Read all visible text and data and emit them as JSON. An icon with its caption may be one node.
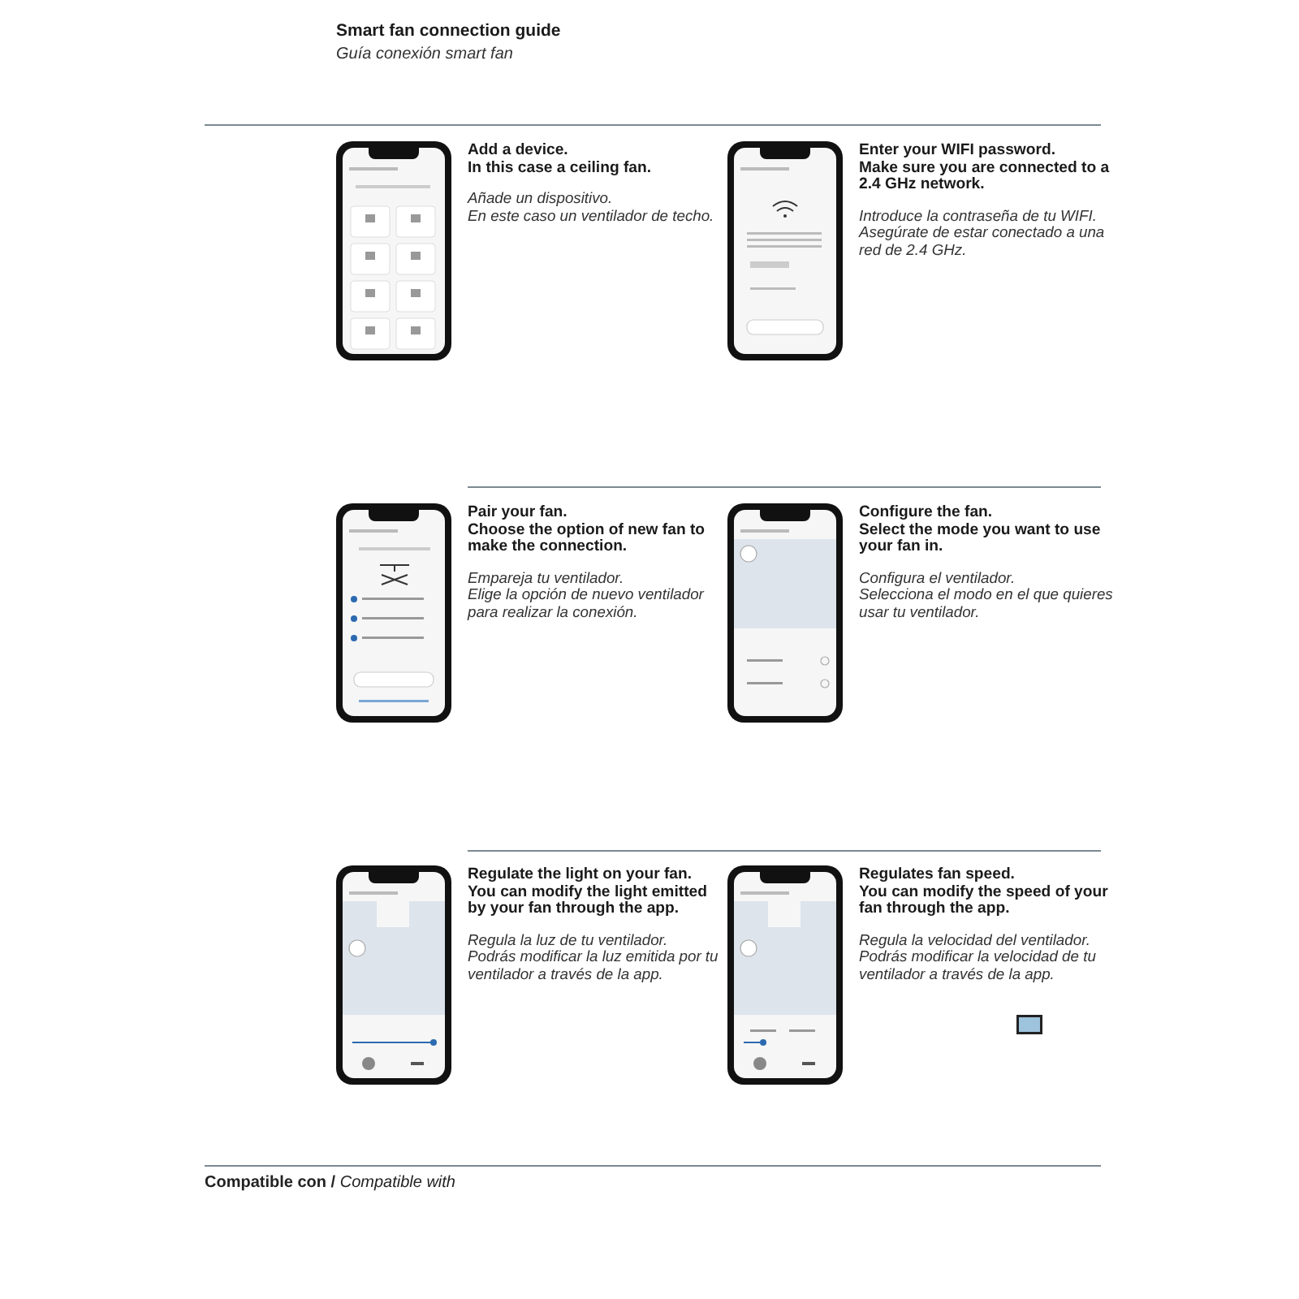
{
  "diagram": {
    "title": "Smart fan connection guide",
    "labels": [
      "Guía conexión smart fan",
      "Add a device.",
      "In this case a ceiling fan.",
      "Añade un dispositivo.",
      "En este caso un ventilador de techo.",
      "Enter your WIFI password.",
      "Make sure you are connected to a 2.4 GHz network.",
      "Introduce la contraseña de tu WIFI.",
      "Asegúrate de estar conectado a una red de 2.4 GHz.",
      "Pair your fan.",
      "Choose the option of new fan to make the connection.",
      "Empareja tu ventilador.",
      "Elige la opción de nuevo ventilador para realizar la conexión.",
      "Configure the fan.",
      "Select the mode you want to use your fan in.",
      "Configura el ventilador.",
      "Selecciona el modo en el que quieres usar tu ventilador.",
      "Regulate the light on your fan.",
      "You can modify the light emitted by your fan through the app.",
      "Regula la luz de tu ventilador.",
      "Podrás modificar la luz emitida por tu ventilador a través de la app.",
      "Regulates fan speed.",
      "You can modify the speed of your fan through the app.",
      "Regula la velocidad del ventilador.",
      "Podrás modificar la velocidad de tu ventilador a través de la app.",
      "**Compatible con /** *Compatible with*"
    ]
  }
}
